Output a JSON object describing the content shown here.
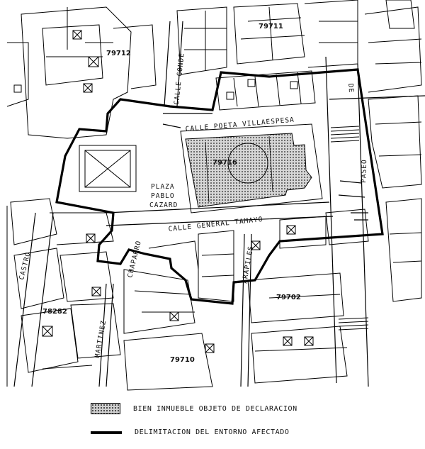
{
  "map": {
    "streets": {
      "calle_conde": "CALLE CONDE",
      "calle_poeta_villaespesa": "CALLE POETA VILLAESPESA",
      "calle_general_tamayo": "CALLE GENERAL TAMAYO",
      "paseo": "PASEO",
      "castro": "CASTRO",
      "chaparro": "CHAPARRO",
      "arapiles": "ARAPILES",
      "martinez": "MARTINEZ",
      "de": "DE"
    },
    "plaza": {
      "line1": "PLAZA",
      "line2": "PABLO",
      "line3": "CAZARD"
    },
    "block_ids": {
      "b79711": "79711",
      "b79712": "79712",
      "b79716": "79716",
      "b79702": "79702",
      "b78282": "78282",
      "b79710": "79710"
    }
  },
  "legend": {
    "item1": "BIEN INMUEBLE OBJETO DE DECLARACION",
    "item2": "DELIMITACION DEL ENTORNO AFECTADO"
  },
  "colors": {
    "ink": "#000000",
    "paper": "#ffffff",
    "hatch": "#bdbdbd"
  }
}
